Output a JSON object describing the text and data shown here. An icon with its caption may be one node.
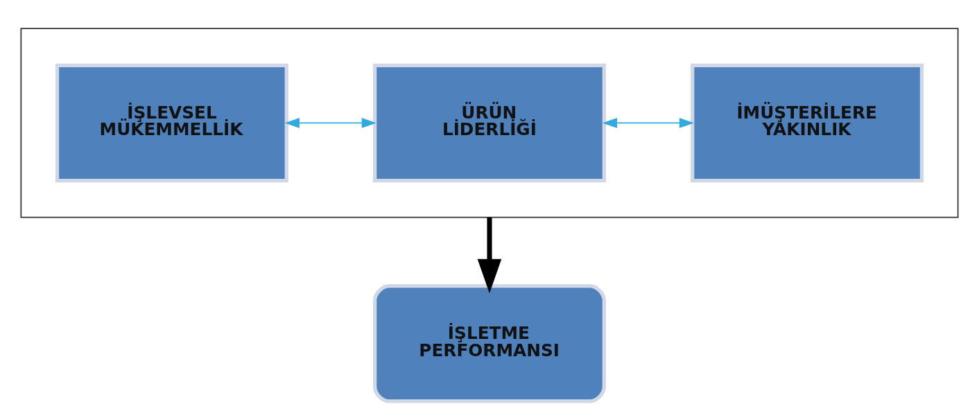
{
  "diagram": {
    "nodes": [
      {
        "text": [],
        "shape": "box"
      },
      {
        "text": [
          "İŞLEVSEL MÜKEMMELLİK"
        ],
        "in": 0
      },
      {
        "text": [
          "ÜRÜN LİDERLİĞİ"
        ],
        "in": 0
      },
      {
        "text": [
          "İMÜŞTERİLERE YAKINLIK"
        ],
        "in": 0
      },
      {
        "text": [
          "İŞLETME PERFORMANSI"
        ]
      }
    ],
    "edges": [
      {
        "from": 1,
        "to": 2,
        "arrow": "both"
      },
      {
        "from": 2,
        "to": 3,
        "arrow": "both"
      },
      {
        "from": 0,
        "to": 4,
        "arrow": "to",
        "style": "thick",
        "color": "#000000"
      }
    ]
  }
}
